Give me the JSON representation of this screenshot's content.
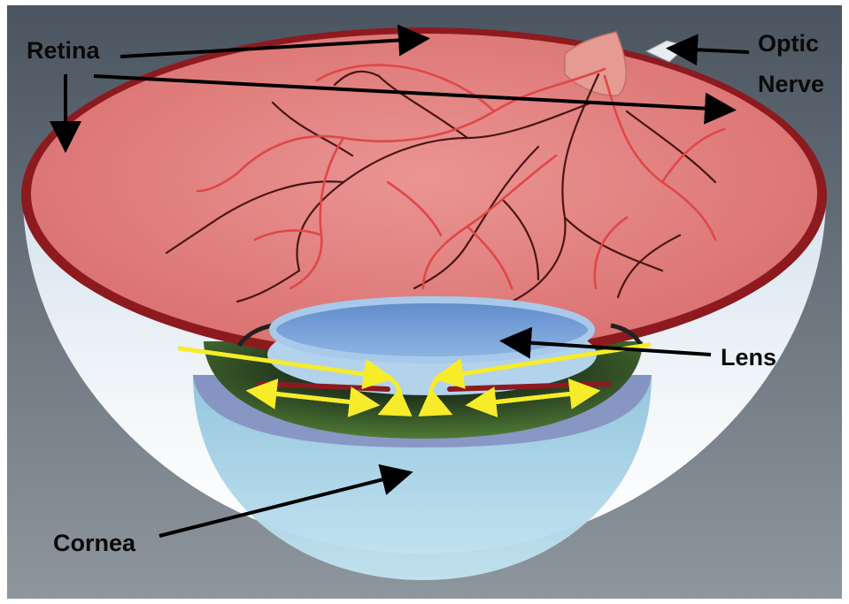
{
  "labels": {
    "retina": "Retina",
    "optic_line1": "Optic",
    "optic_line2": "Nerve",
    "lens": "Lens",
    "cornea": "Cornea"
  },
  "colors": {
    "background_top": "#4b5560",
    "background_bottom": "#8e969d",
    "retina_fill": "#e38586",
    "retina_rim": "#8d1a1f",
    "sclera": "#eef3f7",
    "lens_fill": "#6f98d2",
    "cornea_fill": "#a9d3e7",
    "vessel_red": "#e04747",
    "vessel_dark": "#4a1416",
    "flow_arrow": "#f6ec2a",
    "pointer_arrow": "#000000"
  }
}
